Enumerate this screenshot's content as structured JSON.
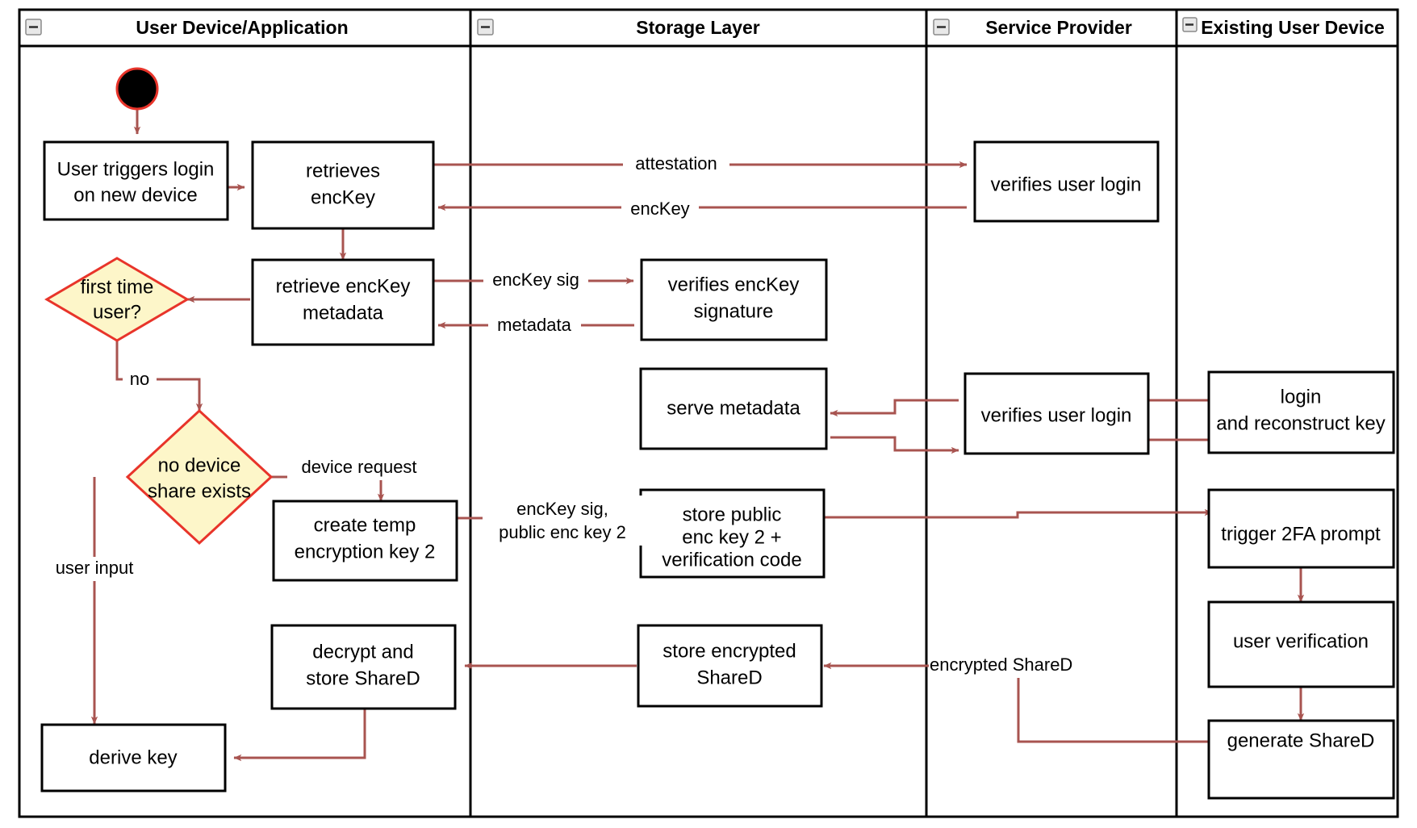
{
  "diagram": {
    "title": "Key recovery / device share activity diagram",
    "type": "uml-activity-swimlane",
    "colors": {
      "edge": "#a85450",
      "decision_fill": "#fdf6c9",
      "decision_stroke": "#e8342a",
      "node_stroke": "#000000",
      "node_fill": "#ffffff",
      "start_fill": "#000000"
    }
  },
  "lanes": [
    {
      "id": "lane-user-device",
      "title": "User Device/Application",
      "collapse_icon": "minus-box-icon"
    },
    {
      "id": "lane-storage",
      "title": "Storage Layer",
      "collapse_icon": "minus-box-icon"
    },
    {
      "id": "lane-service-provider",
      "title": "Service Provider",
      "collapse_icon": "minus-box-icon"
    },
    {
      "id": "lane-existing-device",
      "title": "Existing User Device",
      "collapse_icon": "minus-box-icon"
    }
  ],
  "nodes": [
    {
      "id": "start",
      "lane": "lane-user-device",
      "shape": "initial-node",
      "label": ""
    },
    {
      "id": "n-user-triggers-login",
      "lane": "lane-user-device",
      "shape": "activity",
      "label": "User triggers login\non new device",
      "lines": [
        "User triggers login",
        "on new device"
      ]
    },
    {
      "id": "n-retrieves-enckey",
      "lane": "lane-user-device",
      "shape": "activity",
      "label": "retrieves\nencKey",
      "lines": [
        "retrieves",
        "encKey"
      ]
    },
    {
      "id": "n-retrieve-enckey-metadata",
      "lane": "lane-user-device",
      "shape": "activity",
      "label": "retrieve encKey\nmetadata",
      "lines": [
        "retrieve encKey",
        "metadata"
      ]
    },
    {
      "id": "d-first-time-user",
      "lane": "lane-user-device",
      "shape": "decision",
      "label": "first time\nuser?",
      "lines": [
        "first time",
        "user?"
      ]
    },
    {
      "id": "d-no-device-share-exists",
      "lane": "lane-user-device",
      "shape": "decision",
      "label": "no device\nshare exists",
      "lines": [
        "no device",
        "share exists"
      ]
    },
    {
      "id": "n-create-temp-encryption-key-2",
      "lane": "lane-user-device",
      "shape": "activity",
      "label": "create temp\nencryption key 2",
      "lines": [
        "create temp",
        "encryption key 2"
      ]
    },
    {
      "id": "n-decrypt-and-store-shared",
      "lane": "lane-user-device",
      "shape": "activity",
      "label": "decrypt and\nstore ShareD",
      "lines": [
        "decrypt and",
        "store ShareD"
      ]
    },
    {
      "id": "n-derive-key",
      "lane": "lane-user-device",
      "shape": "activity",
      "label": "derive key",
      "lines": [
        "derive key"
      ]
    },
    {
      "id": "n-verifies-enckey-signature",
      "lane": "lane-storage",
      "shape": "activity",
      "label": "verifies encKey\nsignature",
      "lines": [
        "verifies encKey",
        "signature"
      ]
    },
    {
      "id": "n-serve-metadata",
      "lane": "lane-storage",
      "shape": "activity",
      "label": "serve metadata",
      "lines": [
        "serve metadata"
      ]
    },
    {
      "id": "n-store-public-enc-key-2",
      "lane": "lane-storage",
      "shape": "activity",
      "label": "store public\nenc key 2 +\nverification code",
      "lines": [
        "store public",
        "enc key 2 +",
        "verification code"
      ]
    },
    {
      "id": "n-store-encrypted-shared",
      "lane": "lane-storage",
      "shape": "activity",
      "label": "store encrypted\nShareD",
      "lines": [
        "store encrypted",
        "ShareD"
      ]
    },
    {
      "id": "n-verifies-user-login-1",
      "lane": "lane-service-provider",
      "shape": "activity",
      "label": "verifies user login",
      "lines": [
        "verifies user login"
      ]
    },
    {
      "id": "n-verifies-user-login-2",
      "lane": "lane-service-provider",
      "shape": "activity",
      "label": "verifies user login",
      "lines": [
        "verifies user login"
      ]
    },
    {
      "id": "n-login-and-reconstruct-key",
      "lane": "lane-existing-device",
      "shape": "activity",
      "label": "login\nand reconstruct key",
      "lines": [
        "login",
        "and reconstruct key"
      ]
    },
    {
      "id": "n-trigger-2fa-prompt",
      "lane": "lane-existing-device",
      "shape": "activity",
      "label": "trigger 2FA prompt",
      "lines": [
        "trigger 2FA prompt"
      ]
    },
    {
      "id": "n-user-verification",
      "lane": "lane-existing-device",
      "shape": "activity",
      "label": "user verification",
      "lines": [
        "user verification"
      ]
    },
    {
      "id": "n-generate-shared",
      "lane": "lane-existing-device",
      "shape": "activity",
      "label": "generate ShareD",
      "lines": [
        "generate ShareD"
      ]
    }
  ],
  "edge_labels": {
    "attestation": "attestation",
    "enckey": "encKey",
    "enckey_sig": "encKey sig",
    "metadata": "metadata",
    "no": "no",
    "device_request": "device request",
    "user_input": "user input",
    "enckey_sig_public_enc_key_2_l1": "encKey sig,",
    "enckey_sig_public_enc_key_2_l2": "public enc key 2",
    "encrypted_shared": "encrypted ShareD"
  }
}
